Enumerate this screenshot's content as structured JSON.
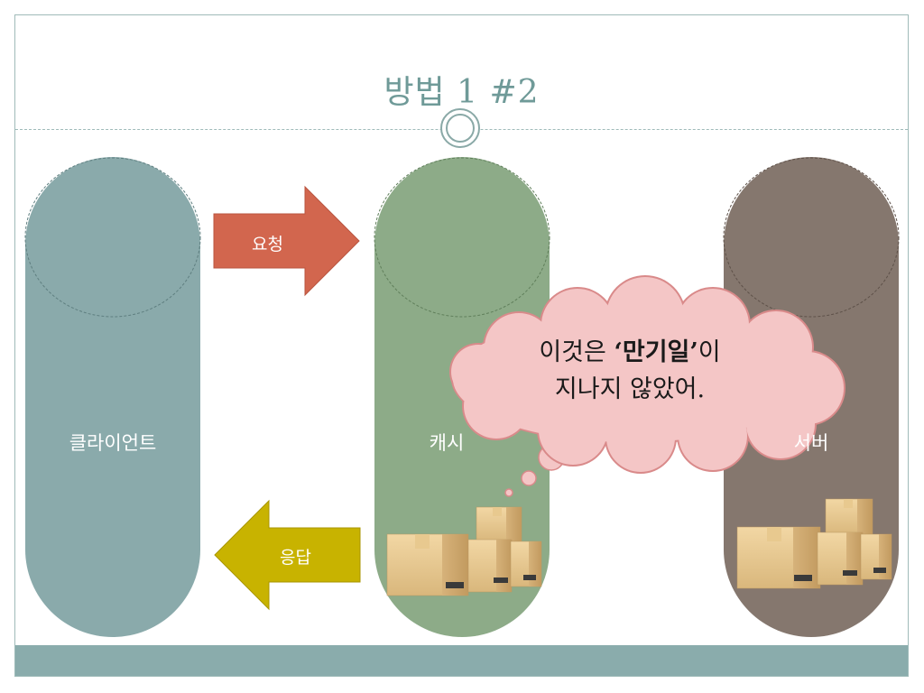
{
  "slide": {
    "title": "방법 1 #2"
  },
  "nodes": {
    "client": {
      "label": "클라이언트",
      "color": "#8aaaab"
    },
    "cache": {
      "label": "캐시",
      "color": "#8dab88"
    },
    "server": {
      "label": "서버",
      "color": "#85776e"
    }
  },
  "arrows": {
    "request": {
      "label": "요청",
      "color": "#d2664e"
    },
    "response": {
      "label": "응답",
      "color": "#c8b300"
    }
  },
  "bubble": {
    "line1_before": "이것은 ",
    "open_quote": "‘",
    "emphasis": "만기일",
    "close_quote": "’",
    "line1_after": "이",
    "line2": "지나지 않았어."
  },
  "icons": {
    "boxes": "cardboard-boxes-icon",
    "ring": "ring-icon"
  },
  "colors": {
    "accent": "#6f9a98",
    "footer": "#8aacac",
    "cloud": "#f4c6c6",
    "cloud_border": "#d98a8a"
  }
}
